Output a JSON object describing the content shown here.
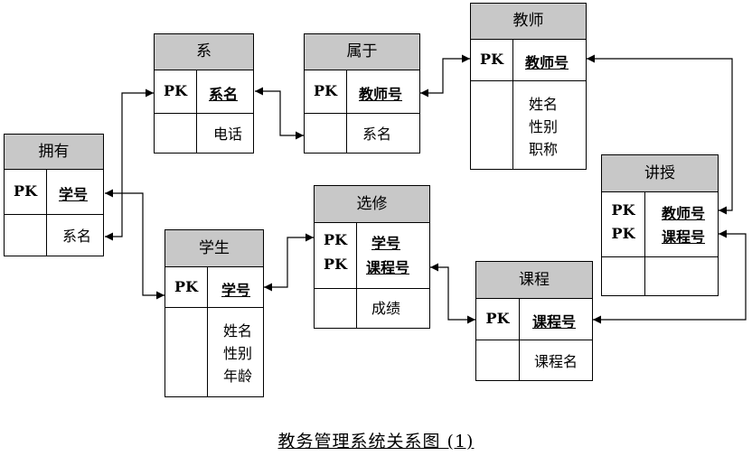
{
  "diagram": {
    "caption": "教务管理系统关系图 (1)",
    "pk_label": "PK",
    "entities": {
      "yongyou": {
        "name": "拥有",
        "keys": [
          "学号"
        ],
        "attrs": [
          "系名"
        ]
      },
      "xi": {
        "name": "系",
        "keys": [
          "系名"
        ],
        "attrs": [
          "电话"
        ]
      },
      "shuyu": {
        "name": "属于",
        "keys": [
          "教师号"
        ],
        "attrs": [
          "系名"
        ]
      },
      "jiaoshi": {
        "name": "教师",
        "keys": [
          "教师号"
        ],
        "attrs": [
          "姓名",
          "性别",
          "职称"
        ]
      },
      "jiangshou": {
        "name": "讲授",
        "keys": [
          "教师号",
          "课程号"
        ],
        "attrs": []
      },
      "xuesheng": {
        "name": "学生",
        "keys": [
          "学号"
        ],
        "attrs": [
          "姓名",
          "性别",
          "年龄"
        ]
      },
      "xuanxiu": {
        "name": "选修",
        "keys": [
          "学号",
          "课程号"
        ],
        "attrs": [
          "成绩"
        ]
      },
      "kecheng": {
        "name": "课程",
        "keys": [
          "课程号"
        ],
        "attrs": [
          "课程名"
        ]
      }
    },
    "relationships": [
      {
        "from": "拥有.学号",
        "to": "学生.学号"
      },
      {
        "from": "拥有.系名",
        "to": "系.系名"
      },
      {
        "from": "系.系名",
        "to": "属于.系名"
      },
      {
        "from": "属于.教师号",
        "to": "教师.教师号"
      },
      {
        "from": "讲授.教师号",
        "to": "教师.教师号"
      },
      {
        "from": "讲授.课程号",
        "to": "课程.课程号"
      },
      {
        "from": "学生.学号",
        "to": "选修.学号"
      },
      {
        "from": "选修.课程号",
        "to": "课程.课程号"
      }
    ]
  }
}
